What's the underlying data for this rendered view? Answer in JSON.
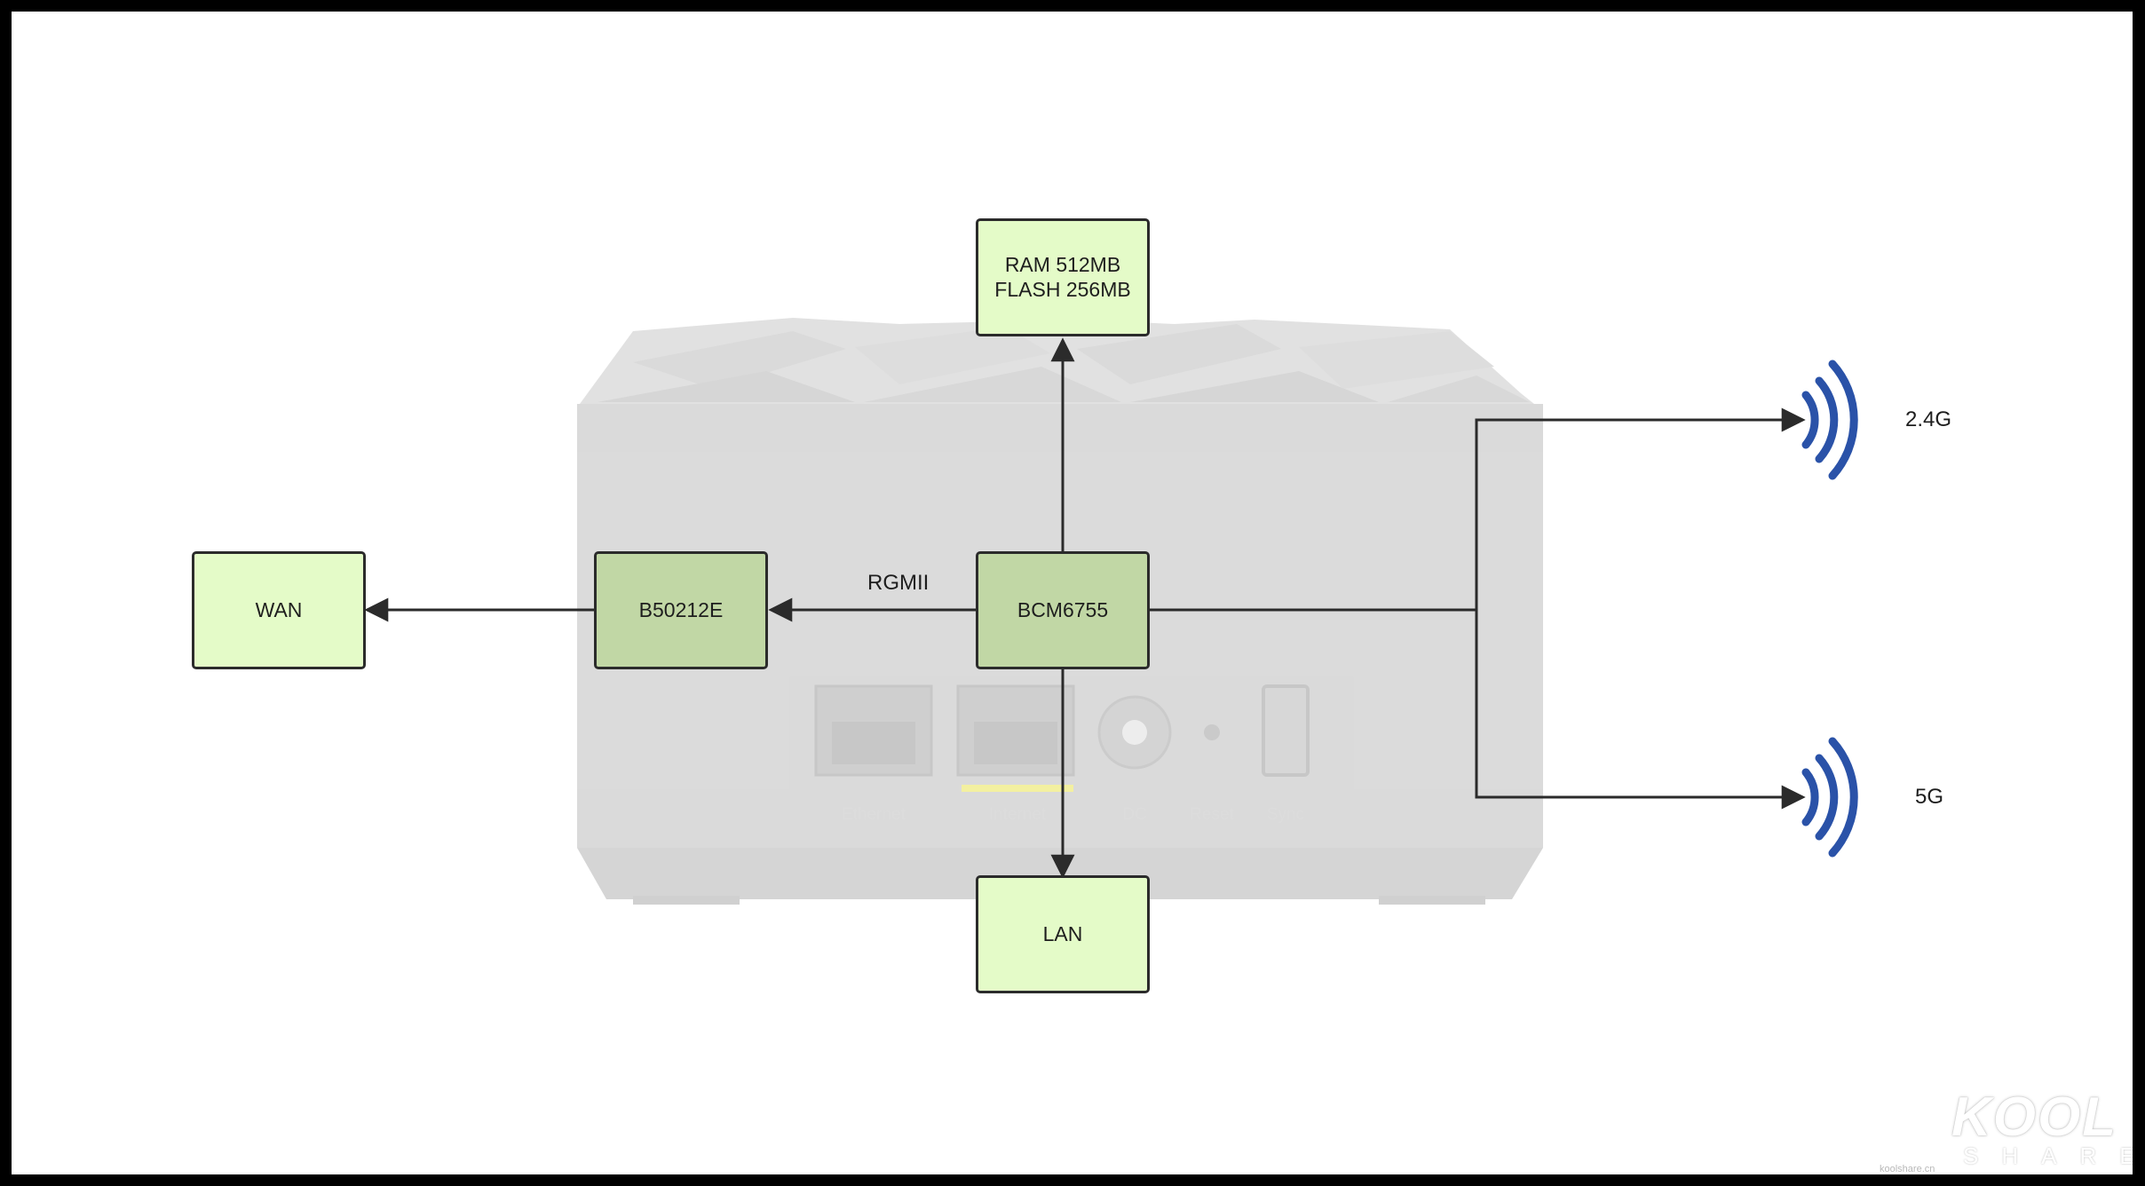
{
  "nodes": {
    "ram_flash": {
      "label": "RAM 512MB\nFLASH 256MB"
    },
    "bcm": {
      "label": "BCM6755"
    },
    "b50": {
      "label": "B50212E"
    },
    "wan": {
      "label": "WAN"
    },
    "lan": {
      "label": "LAN"
    }
  },
  "edge_labels": {
    "rgmii": "RGMII"
  },
  "wireless": {
    "band_24": "2.4G",
    "band_5": "5G"
  },
  "router_ports": {
    "ethernet": "Ethernet",
    "internet": "Internet",
    "dc": "DC",
    "reset": "Reset",
    "sync": "Sync"
  },
  "watermark": {
    "main": "KOOL",
    "sub": "SHARE",
    "tiny": "koolshare.cn"
  },
  "colors": {
    "node_light": "#e4fbc8",
    "node_dark": "#c1d7a5",
    "wifi_blue": "#2a52a8",
    "internet_led": "#f3f0a0"
  }
}
